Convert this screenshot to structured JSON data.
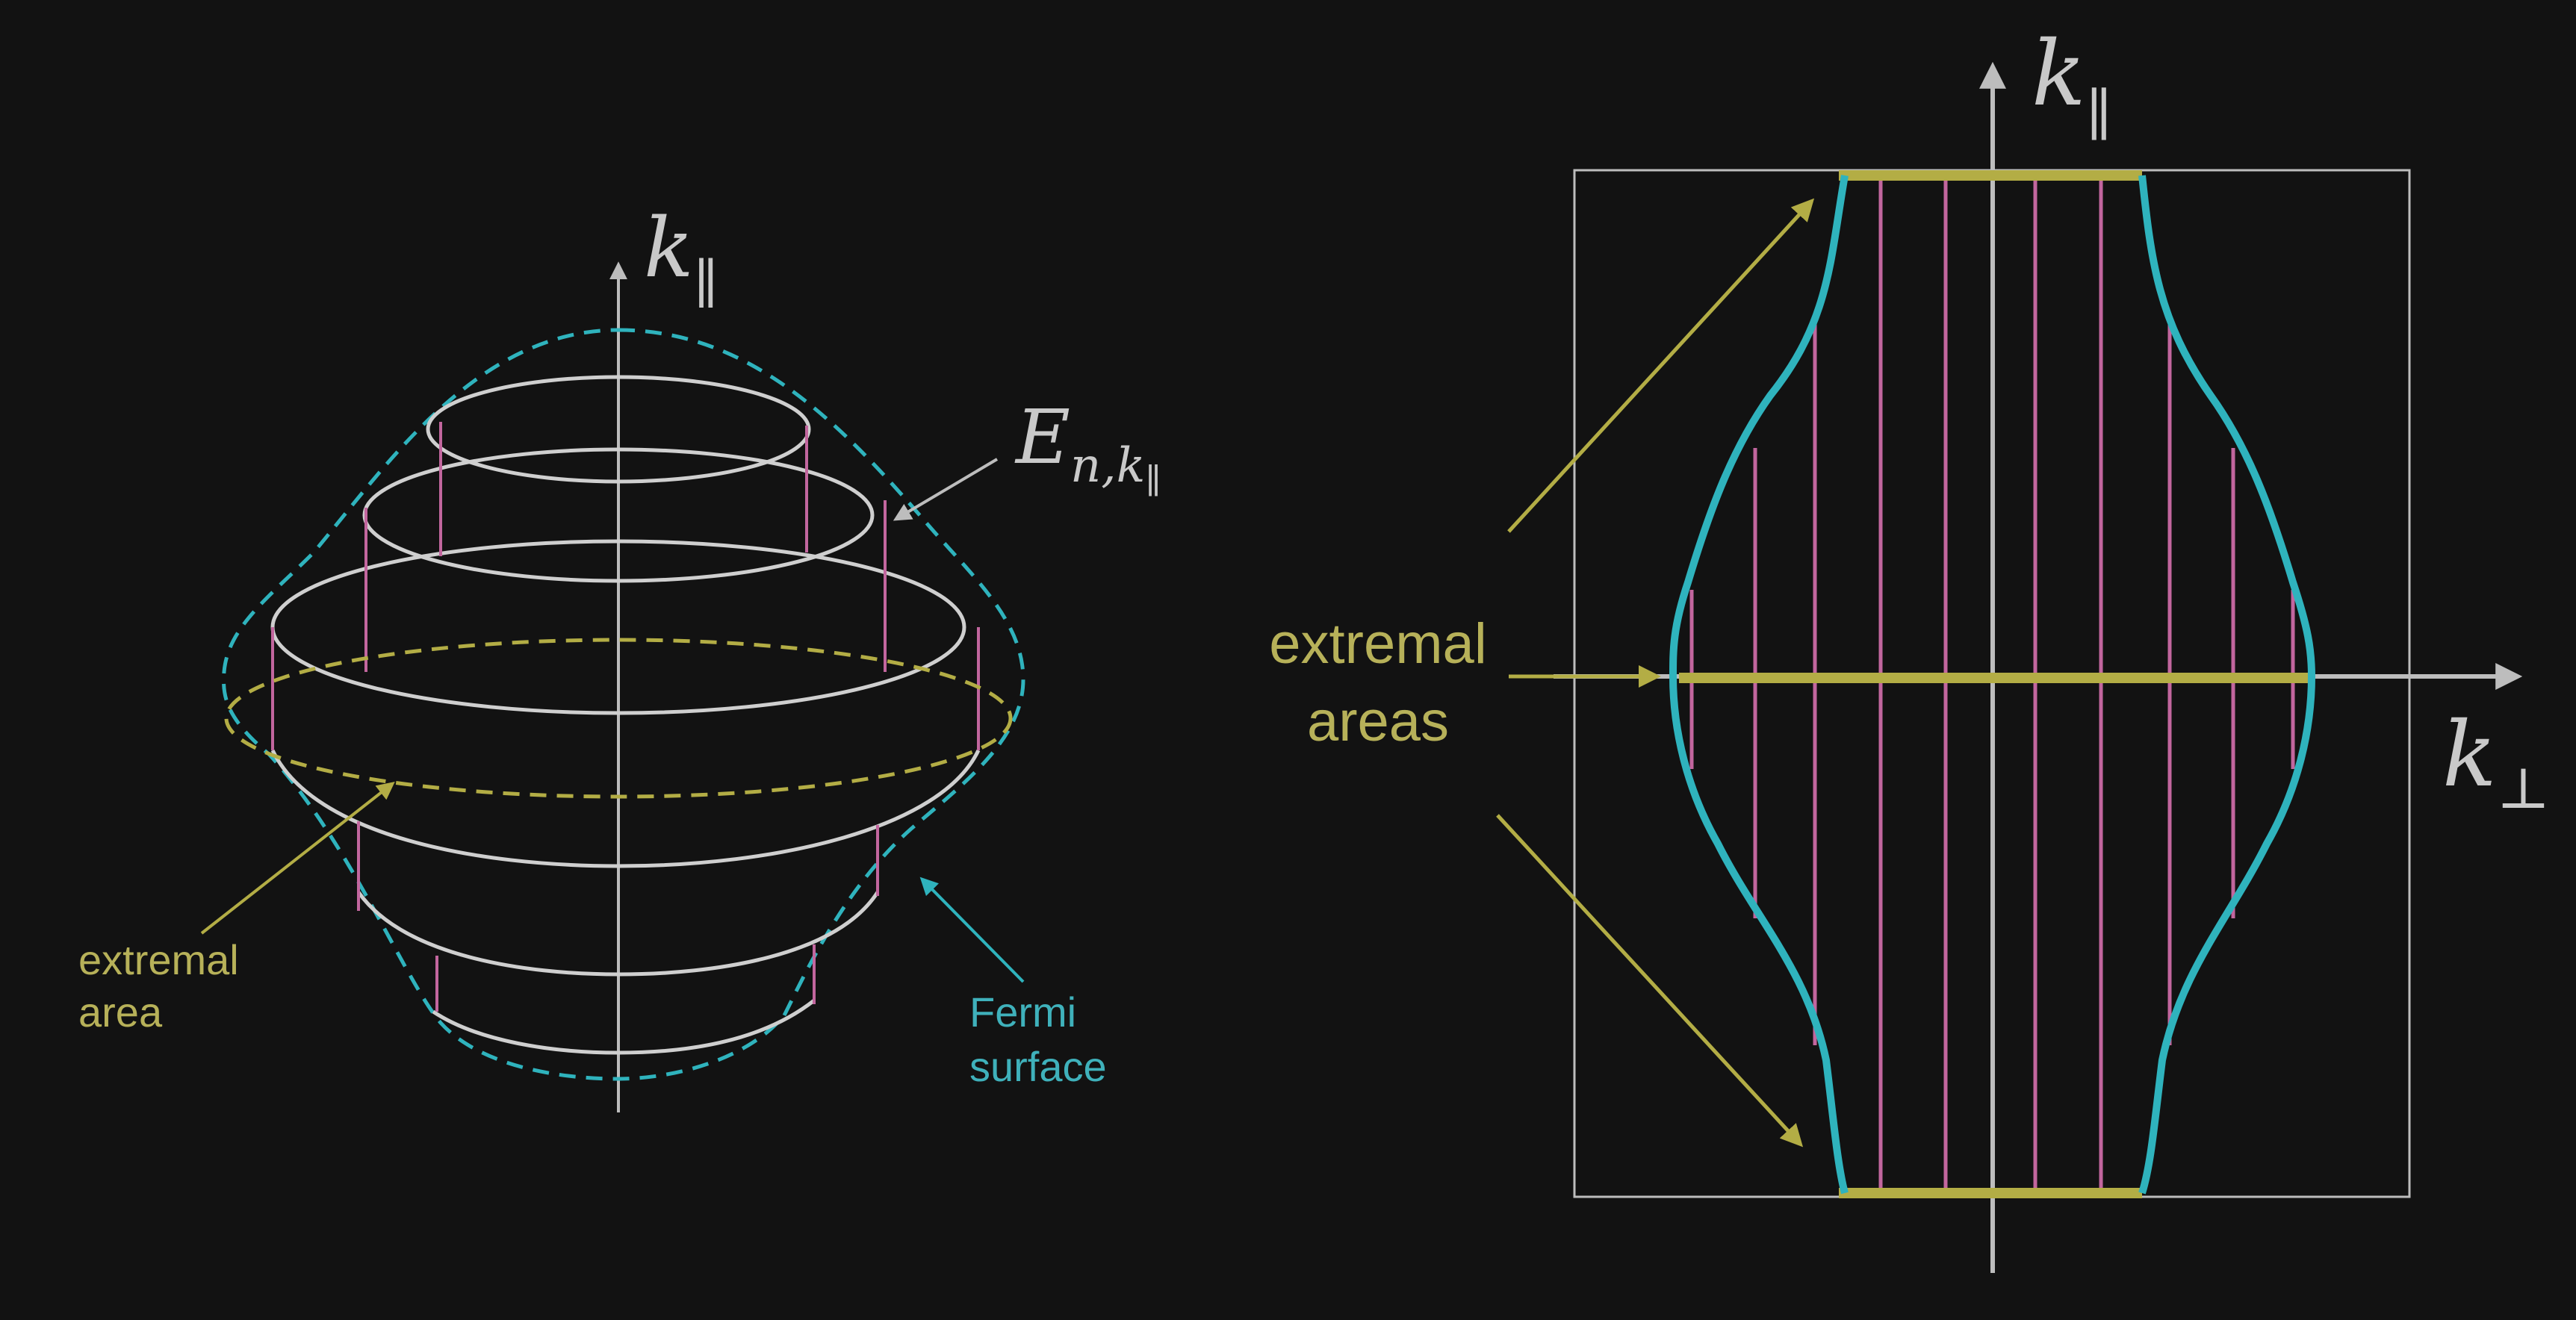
{
  "colors": {
    "background": "#121212",
    "axis": "#bdbdbd",
    "ellipse": "#cfcfcf",
    "fermi": "#2fb3bd",
    "extremal": "#b3ad45",
    "orbit": "#c2669e",
    "label_yellow": "#b7b159",
    "label_cyan": "#3fb1bb"
  },
  "left_panel": {
    "axis_symbol": "k",
    "axis_subscript": "∥",
    "energy_symbol": "E",
    "energy_subscript": "n,k",
    "energy_subsubscript": "∥",
    "extremal_line1": "extremal",
    "extremal_line2": "area",
    "fermi_line1": "Fermi",
    "fermi_line2": "surface"
  },
  "right_panel": {
    "vertical_symbol": "k",
    "vertical_subscript": "∥",
    "horizontal_symbol": "k",
    "horizontal_subscript": "⊥",
    "extremal_line1": "extremal",
    "extremal_line2": "areas"
  }
}
